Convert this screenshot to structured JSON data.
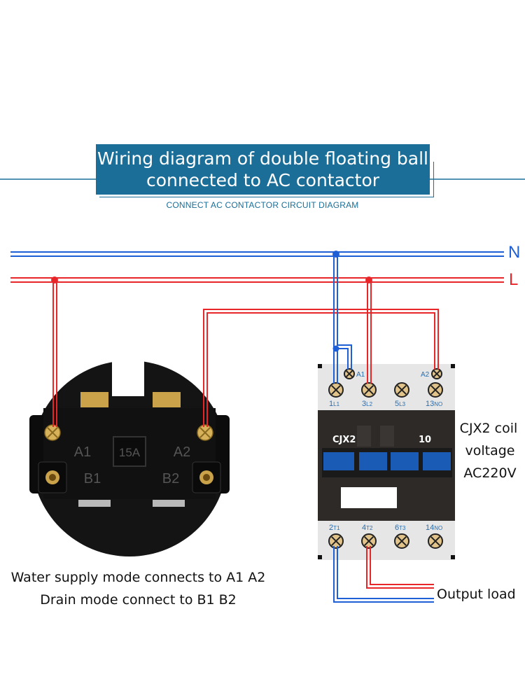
{
  "title": {
    "line1": "Wiring diagram of double floating ball",
    "line2": "connected to AC contactor"
  },
  "subtitle": "CONNECT AC CONTACTOR CIRCUIT DIAGRAM",
  "buses": {
    "neutral": "N",
    "line": "L"
  },
  "switch": {
    "rating": "15A",
    "terminals": [
      "A1",
      "A2",
      "B1",
      "B2"
    ]
  },
  "contactor": {
    "model": "CJX2",
    "model_number": "10",
    "coil_terminals": [
      "A1",
      "A2"
    ],
    "top_terminals": [
      {
        "num": "1",
        "sub": "L1"
      },
      {
        "num": "3",
        "sub": "L2"
      },
      {
        "num": "5",
        "sub": "L3"
      },
      {
        "num": "13",
        "sub": "NO"
      }
    ],
    "bottom_terminals": [
      {
        "num": "2",
        "sub": "T1"
      },
      {
        "num": "4",
        "sub": "T2"
      },
      {
        "num": "6",
        "sub": "T3"
      },
      {
        "num": "14",
        "sub": "NO"
      }
    ],
    "coil_note": [
      "CJX2 coil",
      "voltage",
      "AC220V"
    ]
  },
  "notes": {
    "water_supply": "Water supply mode connects to A1 A2",
    "drain": "Drain mode connect to B1 B2",
    "output": "Output load"
  },
  "colors": {
    "title_bg": "#1a6e98",
    "neutral_wire": "#1f5fd6",
    "line_wire": "#e8262a",
    "contactor_body": "#2e2a28",
    "contactor_terminal_block": "#e6e6e6",
    "switch_body": "#141414",
    "brass": "#c9a24a"
  }
}
